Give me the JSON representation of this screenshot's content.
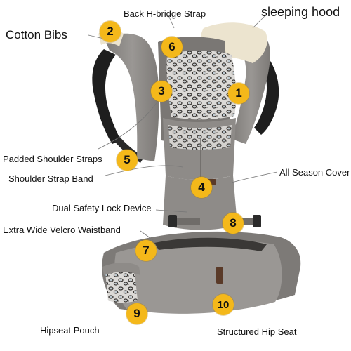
{
  "labels": {
    "back_h_bridge_strap": "Back H-bridge Strap",
    "sleeping_hood": "sleeping hood",
    "cotton_bibs": "Cotton Bibs",
    "padded_shoulder_straps": "Padded Shoulder Straps",
    "shoulder_strap_band": "Shoulder Strap Band",
    "all_season_cover": "All Season Cover",
    "dual_safety_lock_device": "Dual Safety Lock Device",
    "extra_wide_velcro_waistband": "Extra Wide Velcro Waistband",
    "hipseat_pouch": "Hipseat Pouch",
    "structured_hip_seat": "Structured Hip Seat"
  },
  "badges": {
    "n1": "1",
    "n2": "2",
    "n3": "3",
    "n4": "4",
    "n5": "5",
    "n6": "6",
    "n7": "7",
    "n8": "8",
    "n9": "9",
    "n10": "10"
  },
  "colors": {
    "badge": "#f4b81a",
    "carrier_gray": "#8e8b88",
    "carrier_dark": "#6f6c69",
    "strap_black": "#1e1e1e",
    "hood_cream": "#ece4cf",
    "pattern_bg": "#d9d7d4"
  }
}
